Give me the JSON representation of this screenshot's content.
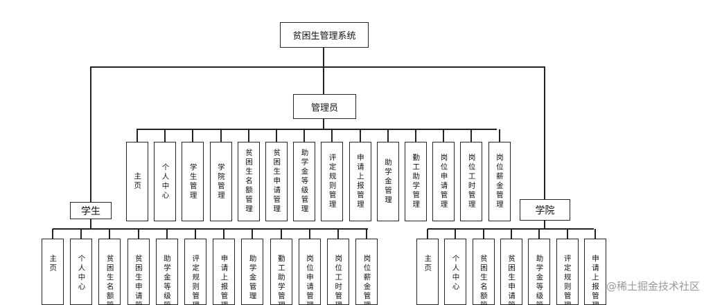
{
  "root": "贫困生管理系统",
  "admin": {
    "label": "管理员",
    "children": [
      "主页",
      "个人中心",
      "学生管理",
      "学院管理",
      "贫困生名额管理",
      "贫困生申请管理",
      "助学金等级管理",
      "评定规则管理",
      "申请上报管理",
      "助学金管理",
      "勤工助学管理",
      "岗位申请管理",
      "岗位工时管理",
      "岗位薪金管理"
    ]
  },
  "student": {
    "label": "学生",
    "children": [
      "主页",
      "个人中心",
      "贫困生名额管理",
      "贫困生申请管理",
      "助学金等级管理",
      "评定规则管理",
      "申请上报管理",
      "助学金管理",
      "勤工助学管理",
      "岗位申请管理",
      "岗位工时管理",
      "岗位薪金管理"
    ]
  },
  "college": {
    "label": "学院",
    "children": [
      "主页",
      "个人中心",
      "贫困生名额管理",
      "贫困生申请管理",
      "助学金等级管理",
      "评定规则管理",
      "申请上报管理"
    ]
  },
  "watermark": "@稀土掘金技术社区"
}
